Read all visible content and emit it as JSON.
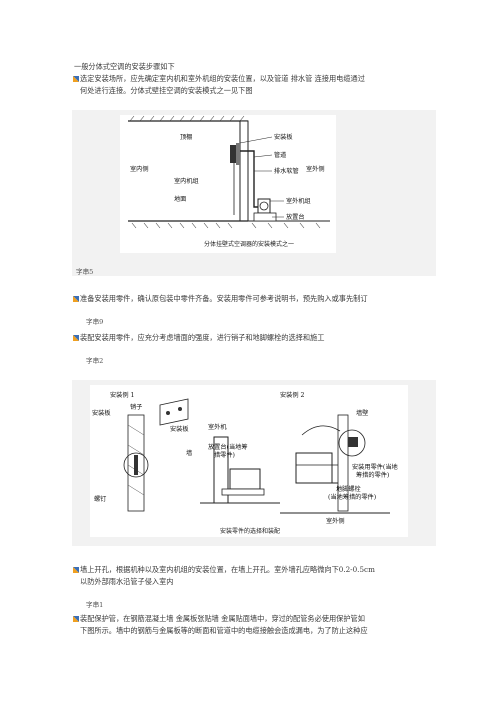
{
  "intro": "一般分体式空调的安装步骤如下",
  "step1": {
    "line1": "选定安装场所，应先确定室内机和室外机组的安装位置，以及管道 排水管 连接用电缆通过",
    "line2": "何处进行连接。分体式壁挂空调的安装模式之一见下图"
  },
  "figure1": {
    "labels": {
      "ceiling": "顶棚",
      "mount_plate": "安装板",
      "pipe": "管道",
      "indoor_side": "室内侧",
      "outdoor_side": "室外侧",
      "indoor_unit": "室内机组",
      "drain_hose": "排水软管",
      "floor": "地面",
      "outdoor_unit": "室外机组",
      "platform": "放置台"
    },
    "caption": "分体挂壁式空调器的安装模式之一"
  },
  "counts": {
    "c5": "字串5",
    "c9": "字串9",
    "c2": "字串2",
    "c1": "字串1"
  },
  "step2": "准备安装用零件，确认原包装中零件齐备。安装用零件可参考说明书，预先购入或事先制订",
  "step3": "装配安装用零件，应充分考虑墙面的强度，进行销子和地脚螺栓的选择和施工",
  "figure2": {
    "labels": {
      "example1": "安装例 1",
      "example2": "安装例 2",
      "mount_plate": "安装板",
      "pin": "销子",
      "mount_plate2": "安装板",
      "outdoor_unit": "室外机",
      "wall": "墙",
      "platform_note_1": "放置台(当地筹",
      "platform_note_2": "措零件)",
      "screw": "螺钉",
      "wall2": "墙壁",
      "fitting_note_1": "安装用零件(当地",
      "fitting_note_2": "筹措的零件)",
      "anchor_1": "地脚螺栓",
      "anchor_2": "(当地筹措的零件)",
      "outdoor_side": "室外侧"
    },
    "caption": "安装零件的选择和装配"
  },
  "step4": {
    "line1": "墙上开孔，根据机种以及室内机组的安装位置，在墙上开孔。室外墙孔应略微向下0.2-0.5cm",
    "line2": "以防外部雨水沿管子侵入室内"
  },
  "step5": {
    "line1": "装配保护管，在钢筋混凝土墙 金属板张贴墙 金属贴面墙中，穿过的配管务必使用保护管如",
    "line2": "下图所示。墙中的钢筋与金属板等的断面和管道中的电缆接触会造成漏电，为了防止这种应"
  },
  "colors": {
    "panel": "#f2f2f2",
    "text": "#3a3a3a",
    "bullet_blue": "#3b6fb6"
  }
}
